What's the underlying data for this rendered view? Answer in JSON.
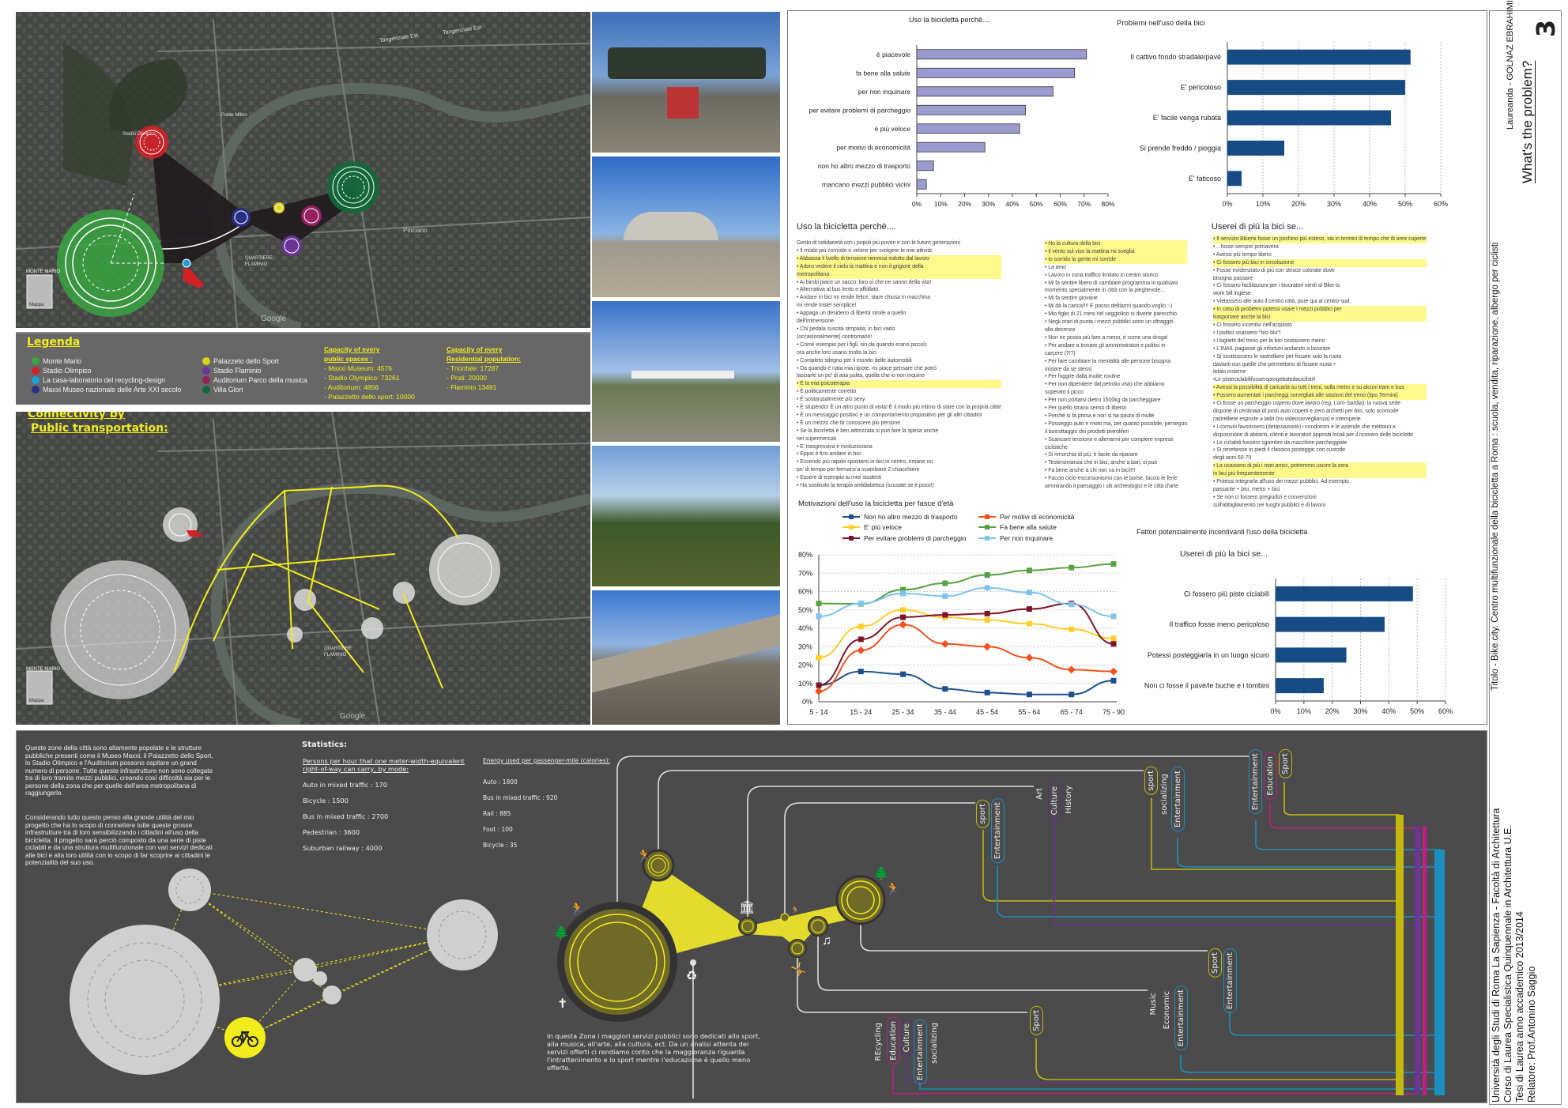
{
  "map_top": {
    "labels": {
      "tangenziale_1": "Tangenziale Est",
      "tangenziale_2": "Tangenziale Est",
      "ponte": "Ponte Milvio",
      "stadio": "Stadio Olimpico",
      "quartiere_1": "QUARTIERE",
      "quartiere_2": "FLAMINIO",
      "monte_mario": "MONTE MARIO",
      "mappa": "Mappa",
      "google": "Google",
      "principe": "Pinciano"
    }
  },
  "legend": {
    "title": "Legenda",
    "items": [
      {
        "label": "Monte Mario",
        "color": "#3aa541"
      },
      {
        "label": "Stadio Olimpico",
        "color": "#d52027"
      },
      {
        "label": "La casa-laboratorio del recycling-design",
        "color": "#1ea0dc"
      },
      {
        "label": "Maxxi Museo nazionale delle Arte XXI secolo",
        "color": "#2a2f86"
      },
      {
        "label": "Palazzeto dello Sport",
        "color": "#d9d21a"
      },
      {
        "label": "Stadio Flaminio",
        "color": "#6a3596"
      },
      {
        "label": "Auditorium Parco della musica",
        "color": "#96215e"
      },
      {
        "label": "Villa Glori",
        "color": "#0f6a3a"
      }
    ],
    "public_spaces": {
      "title_1": "Capacity of every",
      "title_2": "public spaces :",
      "lines": [
        "- Maxxi Museum: 4576",
        "- Stadio Olympico: 73261",
        "- Auditorium: 4856",
        "- Palazzetto dello sport: 10000"
      ]
    },
    "residential": {
      "title_1": "Capacity of every",
      "title_2": "Residential population:",
      "lines": [
        "- Trionfale: 17287",
        "- Prati: 20000",
        "- Flaminio 13491"
      ]
    }
  },
  "map_bottom": {
    "title_1": "Connectivity by",
    "title_2": "Public transportation:",
    "quartiere_1": "QUARTIERE",
    "quartiere_2": "FLAMINIO",
    "monte_mario": "MONTE MARIO",
    "mappa": "Mappa",
    "google": "Google"
  },
  "survey": {
    "col1_title": "Uso la bicicletta perchè....",
    "col1": [
      {
        "t": "Gesto di solidarietà con i popoli più poveri e con le future generazioni",
        "h": false
      },
      {
        "t": "• Il modo più comodo e veloce per svolgere le mie attività",
        "h": false
      },
      {
        "t": "• Abbassa il livello di tensione nervosa indotto dal lavoro",
        "h": true
      },
      {
        "t": "• Adoro vedere il cielo la mattina e non il grigiore della",
        "h": true
      },
      {
        "t": "metropolitana",
        "h": true
      },
      {
        "t": "• Ai bimbi piace un sacco: loro sì che ne sanno della vita!",
        "h": false
      },
      {
        "t": "• Alternativa al bus lento e affollato",
        "h": false
      },
      {
        "t": "• Andare in bici mi rende felice, stare chiusa in macchina",
        "h": false
      },
      {
        "t": "mi rende triste! semplice!",
        "h": false
      },
      {
        "t": "• Appaga un desiderio di libertà simile a quello",
        "h": false
      },
      {
        "t": "dell'immersione",
        "h": false
      },
      {
        "t": "• Chi pedala suscita simpatia; in bici vado",
        "h": false
      },
      {
        "t": "(occasionalmente) contromano!",
        "h": false
      },
      {
        "t": "• Come esempio per i figli, sin da quando erano piccoli;",
        "h": false
      },
      {
        "t": "ora anche loro usano molto la bici",
        "h": false
      },
      {
        "t": "• Completo sdegno per il mondo delle automobili",
        "h": false
      },
      {
        "t": "• Da quando è nata mia nipote, mi piace pensare che potrò",
        "h": false
      },
      {
        "t": "lasciarle un po' di aria pulita, quella che io non inquino",
        "h": false
      },
      {
        "t": "• È la mia psicoterapia",
        "h": true
      },
      {
        "t": "• È politicamente corretto",
        "h": false
      },
      {
        "t": "• È sostanzialmente più sexy",
        "h": false
      },
      {
        "t": "• È stupendo! È un altro punto di vista! È il modo più intimo di stare con la propria città!",
        "h": false
      },
      {
        "t": "• È un messaggio positivo e un comportamento propositivo per gli altri cittadini",
        "h": false
      },
      {
        "t": "• È un mezzo che fa conoscere più persone",
        "h": false
      },
      {
        "t": "• Se la bicicletta è ben attrezzata si può fare la spesa anche",
        "h": false
      },
      {
        "t": "nei supermercati",
        "h": false
      },
      {
        "t": "• E' trasgressiva e rivoluzionaria",
        "h": false
      },
      {
        "t": "• Eppoi è fico andare in bici",
        "h": false
      },
      {
        "t": "• Essendo più rapido spostarsi in bici in centro, rimane un",
        "h": false
      },
      {
        "t": "po' di tempo per fermarsi a scambiare 2 chiacchiere",
        "h": false
      },
      {
        "t": "• Essere di esempio ai miei studenti",
        "h": false
      },
      {
        "t": "• Ha sostituito la terapia antidiabetica (scusate se è poco!)",
        "h": false
      }
    ],
    "col2": [
      {
        "t": "• Ho la cultura della bici",
        "h": true
      },
      {
        "t": "• Il vento sul viso la mattina mi sveglia",
        "h": true
      },
      {
        "t": "• Io sorrido la gente mi sorride",
        "h": true
      },
      {
        "t": "• La amo",
        "h": false
      },
      {
        "t": "• Lavoro in zona traffico limitato in centro storico",
        "h": false
      },
      {
        "t": "• Mi fa sentire libero di cambiare programma in qualsiasi",
        "h": false
      },
      {
        "t": "momento specialmente in città con la pieghevole...",
        "h": false
      },
      {
        "t": "• Mi fa sentire giovane",
        "h": false
      },
      {
        "t": "• Mi dà la carica!!!! E posso defilarmi quando voglio :-)",
        "h": false
      },
      {
        "t": "• Mio figlio di 21 mesi nel seggiolino si diverte parecchio",
        "h": false
      },
      {
        "t": "• Negli orari di punta i mezzi pubblici sono un oltraggio",
        "h": false
      },
      {
        "t": "alla decenza",
        "h": false
      },
      {
        "t": "• Non ne posso più fare a meno, è come una droga!",
        "h": false
      },
      {
        "t": "• Per andare a trovare gli amministratori e politici in",
        "h": false
      },
      {
        "t": "carcere (?!?)",
        "h": false
      },
      {
        "t": "• Per fare cambiare la mentalità alle persone bisogna",
        "h": false
      },
      {
        "t": "iniziare da se stessi",
        "h": false
      },
      {
        "t": "• Per fuggire dalla inutile routine",
        "h": false
      },
      {
        "t": "• Per non dipendere dal petrolio visto che abbiamo",
        "h": false
      },
      {
        "t": "superato il picco",
        "h": false
      },
      {
        "t": "• Per non portarsi dietro 1500kg da parcheggiare",
        "h": false
      },
      {
        "t": "• Per quello strano senso di libertà",
        "h": false
      },
      {
        "t": "• Perché si fa prima e non si ha paura di multe",
        "h": false
      },
      {
        "t": "• Posseggo auto e moto ma, per quanto possibile, perseguo",
        "h": false
      },
      {
        "t": "il boicottaggio dei prodotti petroliferi",
        "h": false
      },
      {
        "t": "• Scaricare tensione e allenarmi per compiere imprese",
        "h": false
      },
      {
        "t": "ciclistiche",
        "h": false
      },
      {
        "t": "• Si rimorchia di più, è facile da riparare",
        "h": false
      },
      {
        "t": "• Testimonianza che in bici, anche a bari, si può",
        "h": false
      },
      {
        "t": "• Fa bene anche a chi non va in bici!!!!",
        "h": false
      },
      {
        "t": "• Faccio ciclo-escursionismo con le borse, faccio le ferie",
        "h": false
      },
      {
        "t": "ammirando il paesaggio i siti archeologici e le città d'arte",
        "h": false
      }
    ],
    "col3_title": "Userei di più la bici se...",
    "col3": [
      {
        "t": "• Il servizio Bikemi fosse un pochino più esteso, sia in termini di tempo che di aree coperte",
        "h": true
      },
      {
        "t": "• ...fosse sempre primavera",
        "h": false
      },
      {
        "t": "• Avessi più tempo libero",
        "h": false
      },
      {
        "t": "• Ci fossero più bici in circolazione",
        "h": true
      },
      {
        "t": "• Fosse evidenziato di più con strisce colorate dove",
        "h": false
      },
      {
        "t": "bisogna passare",
        "h": false
      },
      {
        "t": "• Ci fossero facilitazioni per i lavoratori simili al Bike to",
        "h": false
      },
      {
        "t": "work bill inglese",
        "h": false
      },
      {
        "t": "• Vietassero alle auto il centro città, pure qui al centro-sud",
        "h": false
      },
      {
        "t": "• In caso di problemi potessi usare i mezzi pubblici per",
        "h": true
      },
      {
        "t": "trasportare anche la bici",
        "h": true
      },
      {
        "t": "• Ci fossero incentivi nell'acquisto",
        "h": false
      },
      {
        "t": "• I politici usassero \"bici blu\"!",
        "h": false
      },
      {
        "t": "• I biglietti del treno per la bici costassero meno",
        "h": false
      },
      {
        "t": "• L'INAIL pagasse gli infortuni andando a lavorare",
        "h": false
      },
      {
        "t": "• Si sostituissero le rastrelliere per fissare solo la ruota",
        "h": false
      },
      {
        "t": "davanti con quelle che permettono di fissare ruota +",
        "h": false
      },
      {
        "t": "telaio insieme",
        "h": false
      },
      {
        "t": "•Le pisteciclabilifosseroprogettatedaciclisti!!",
        "h": false
      },
      {
        "t": "• Avessi la possibilità di caricarla su tutti i treni, sulla metro e su alcuni tram e bus",
        "h": true
      },
      {
        "t": "• Fossero aumentati i parcheggi sorvegliati alle stazioni del treno (tipo Termini)",
        "h": true
      },
      {
        "t": "• Ci fosse un parcheggio coperto dove lavoro (reg. Lom- bardia): la nuova sede",
        "h": false
      },
      {
        "t": " dispone di centinaia di posti auto coperti e zero archetti per bici, solo scomode",
        "h": false
      },
      {
        "t": " rastrelliere esposte a ladri (no videosorveglianza) e intemperie",
        "h": false
      },
      {
        "t": "• I comuni favorissero (detassazione) i condomini e le aziende che mettono a",
        "h": false
      },
      {
        "t": "disposizione di abitanti, clienti e lavoratori appositi locali per il ricovero delle biciclette",
        "h": false
      },
      {
        "t": "• Le ciclabili fossero sgombre da macchine parcheggiate",
        "h": false
      },
      {
        "t": "• Si rimettesse in piedi il classico posteggio con custode",
        "h": false
      },
      {
        "t": "degli anni 60-70",
        "h": false
      },
      {
        "t": "• La usassero di più i miei amici, potremmo uscire la sera",
        "h": true
      },
      {
        "t": "in bici più frequentemente",
        "h": true
      },
      {
        "t": "• Potessi integrarla all'uso dei mezzi pubblici. Ad esempio",
        "h": false
      },
      {
        "t": "passante + bici, metro + bici",
        "h": false
      },
      {
        "t": "• Se non ci fossero pregiudizi e convenzioni",
        "h": false
      },
      {
        "t": "sull'abbigliamento nei luoghi pubblici e di lavoro",
        "h": false
      }
    ]
  },
  "chart_data": [
    {
      "type": "bar",
      "orientation": "horizontal",
      "title": "Uso la bicicletta perchè....",
      "categories": [
        "è piacevole",
        "fa bene alla salute",
        "per non inquinare",
        "per evitare problemi di parcheggio",
        "è più veloce",
        "per motivi di economicità",
        "non ho altro mezzo di trasporto",
        "mancano mezzi pubblici vicini"
      ],
      "values": [
        71,
        66,
        57,
        45.5,
        43,
        28.5,
        7,
        4
      ],
      "xlim": [
        0,
        80
      ],
      "ticks": [
        "0%",
        "10%",
        "20%",
        "30%",
        "40%",
        "50%",
        "60%",
        "70%",
        "80%"
      ],
      "color": "#9b9bd0",
      "grid": false
    },
    {
      "type": "bar",
      "orientation": "horizontal",
      "title": "Problemi nell'uso della bici",
      "categories": [
        "Il cattivo fondo stradale/pavè",
        "E' pericoloso",
        "E' facile venga rubata",
        "Si prende freddo / pioggia",
        "E' faticoso"
      ],
      "values": [
        51.5,
        50,
        46,
        16,
        4
      ],
      "xlim": [
        0,
        60
      ],
      "ticks": [
        "0%",
        "10%",
        "20%",
        "30%",
        "40%",
        "50%",
        "60%"
      ],
      "color": "#174b84",
      "grid": true
    },
    {
      "type": "line",
      "title": "Motivazioni dell'uso la bicicletta per fasce d'età",
      "x": [
        "5 - 14",
        "15 - 24",
        "25 - 34",
        "35 - 44",
        "45 - 54",
        "55 - 64",
        "65 - 74",
        "75 - 90"
      ],
      "ylim": [
        0,
        80
      ],
      "yticks": [
        "0%",
        "10%",
        "20%",
        "30%",
        "40%",
        "50%",
        "60%",
        "70%",
        "80%"
      ],
      "legend": "top",
      "series": [
        {
          "name": "Non ho altro mezzo di trasporto",
          "color": "#1d4f8c",
          "marker": "square",
          "values": [
            9,
            16.5,
            15,
            7,
            5,
            4,
            4,
            11.5
          ]
        },
        {
          "name": "Per motivi di economicità",
          "color": "#f5501e",
          "marker": "diamond",
          "values": [
            5.7,
            28,
            42,
            31.5,
            30,
            24,
            17.5,
            16.5
          ]
        },
        {
          "name": "E' più veloce",
          "color": "#ffcf26",
          "marker": "triangle-down",
          "values": [
            24,
            41,
            50,
            46,
            44.5,
            42.5,
            39.5,
            34.5
          ]
        },
        {
          "name": "Fa bene alla salute",
          "color": "#56a13f",
          "marker": "triangle-up",
          "values": [
            53.5,
            53.3,
            61,
            64.5,
            69,
            71.5,
            73,
            75
          ]
        },
        {
          "name": "Per evitare problemi di parcheggio",
          "color": "#7d1329",
          "marker": "triangle-right",
          "values": [
            9,
            34,
            46,
            47.3,
            48,
            50.5,
            53.5,
            31.5
          ]
        },
        {
          "name": "Per non inquinare",
          "color": "#7ec2ee",
          "marker": "triangle-left",
          "values": [
            46.5,
            53.5,
            59,
            57.5,
            62,
            59.5,
            53,
            46.5
          ]
        }
      ]
    },
    {
      "type": "bar",
      "orientation": "horizontal",
      "title": "Fattori potenzialmente incentivanti l'uso della bicicletta",
      "subtitle": "Userei di più la bici se...",
      "categories": [
        "Ci fossero più piste ciclabili",
        "Il traffico fosse meno pericoloso",
        "Potessi posteggiarla in un luogo sicuro",
        "Non ci fosse il pavé/le buche e i tombini"
      ],
      "values": [
        48.5,
        38.5,
        25,
        17
      ],
      "xlim": [
        0,
        60
      ],
      "ticks": [
        "0%",
        "10%",
        "20%",
        "30%",
        "40%",
        "50%",
        "60%"
      ],
      "color": "#174b84",
      "grid": true
    }
  ],
  "bottom": {
    "para_1": "Queste zone della città sono altamente popolate e le strutture pubbliche presenti come il Museo Maxxi, il Palazzetto dello Sport, lo Stadio Olimpico e l'Auditorium possono ospitare un grand numero di persone. Tutte queste infrastrutture non sono collegate tra di loro tramite mezzi pubblici, creando così difficoltà sia per le persone della zona che per quelle dell'area metropolitana di raggiungerle.",
    "para_2": "Considerando tutto questo penso alla grande utilità del mio progetto che ha lo scopo di connettere tutte queste grosse infrastrutture tra di loro sensibilizzando i cittadini all'uso della bicicletta. Il progetto sarà perciò composto da una serie di piste ciclabili e da una struttura multifunzionale con vari servizi dedicati alle bici e alla loro utilità con lo scopo di far scoprire ai cittadini le potenzialità del suo uso.",
    "stats_title": "Statistics:",
    "persons_title": "Persons per hour that one meter-width-equivalent right-of-way can carry, by mode:",
    "persons": [
      "Auto in mixed traffic : 170",
      "Bicycle : 1500",
      "Bus in mixed traffic : 2700",
      "Pedestrian : 3600",
      "Suburban railway : 4000"
    ],
    "energy_title": "Energy used per passenger-mile (calories):",
    "energy": [
      "Auto : 1800",
      "Bus in mixed traffic : 920",
      "Rail : 885",
      "Foot : 100",
      "Bicycle : 35"
    ],
    "para_3": "In questa Zona i maggiori servizi pubblici sono dedicati allo sport, alla musica, all'arte, alla cultura, ect. Da un analisi attenta dei servizi offerti ci rendiamo conto che la maggioranza riguarda l'intrattenimento e lo sport mentre l'educazione è quello meno offerto.",
    "tags": {
      "a1": "sport",
      "a2": "Entertainment",
      "b1": "Art",
      "b2": "Culture",
      "b3": "History",
      "c1": "sport",
      "c2": "socializing",
      "c3": "Entertainment",
      "d1": "Entertainment",
      "d2": "Education",
      "d3": "Sport",
      "e1": "Sport",
      "e2": "Entertainment",
      "f1": "Music",
      "f2": "Economic",
      "f3": "Entertainment",
      "g1": "Sport",
      "h1": "REcycling",
      "h2": "Education",
      "h3": "Culture",
      "h4": "Entertainment",
      "h5": "socializing"
    }
  },
  "title_block": {
    "page_number": "3",
    "title": "Titolo - Bike city. Centro multifunzionale della bicicletta a Roma : scuola, vendita, riparazione, albergo per ciclisti",
    "author": "Laureanda - GOLNAZ EBRAHIMI",
    "question": "What's the problem?",
    "university": "Università degli Studi di Roma La Sapienza - Facoltà di Architettura",
    "course": "Corso di Laurea Specialistica Quinquennale in Architettura U.E.",
    "year": "Tesi di Laurea anno accademico 2013/2014",
    "advisor": "Relatore: Prof.Antonino Saggio"
  }
}
